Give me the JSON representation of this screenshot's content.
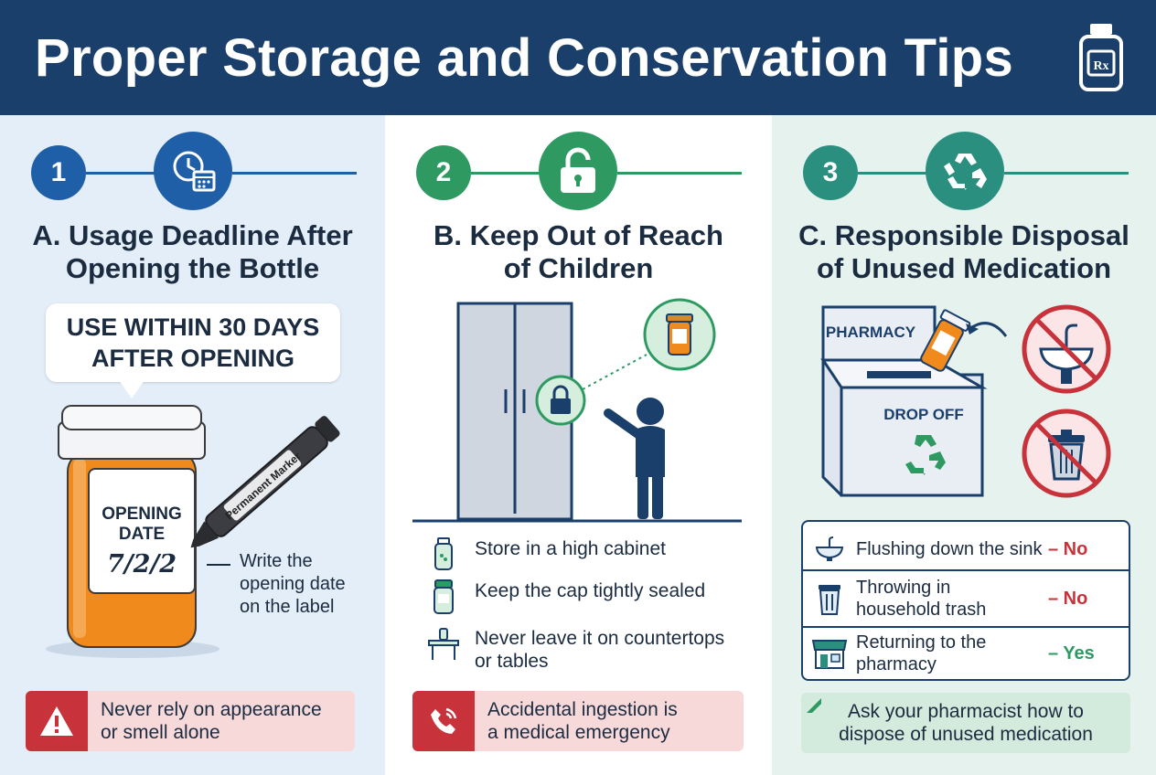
{
  "header": {
    "title": "Proper Storage and Conservation Tips",
    "icon_text": "Rx"
  },
  "colors": {
    "navy": "#1b3f6b",
    "blue": "#2a6db5",
    "green": "#2e9a62",
    "teal": "#2a8f7f",
    "red": "#c8323a",
    "no_red": "#c8323a",
    "yes_green": "#2e9a62"
  },
  "sections": [
    {
      "number": "1",
      "icon": "clock-calendar-icon",
      "title_line1": "A. Usage Deadline After",
      "title_line2": "Opening the Bottle",
      "bubble_line1": "USE WITHIN 30 DAYS",
      "bubble_line2": "AFTER OPENING",
      "label_line1": "OPENING",
      "label_line2": "DATE",
      "label_date": "7/2/2",
      "marker_text": "Permanent Marker",
      "note_line1": "Write the",
      "note_line2": "opening date",
      "note_line3": "on the label",
      "alert_icon": "warning-icon",
      "alert_line1": "Never rely on appearance",
      "alert_line2": "or smell alone"
    },
    {
      "number": "2",
      "icon": "unlocked-padlock-icon",
      "title_line1": "B. Keep Out of Reach",
      "title_line2": "of Children",
      "tips": [
        {
          "icon": "medicine-bottle-icon",
          "line1": "Store in a high cabinet",
          "line2": ""
        },
        {
          "icon": "capped-bottle-icon",
          "line1": "Keep the cap tightly sealed",
          "line2": ""
        },
        {
          "icon": "table-icon",
          "line1": "Never leave it on countertops",
          "line2": "or tables"
        }
      ],
      "alert_icon": "phone-call-icon",
      "alert_line1": "Accidental ingestion is",
      "alert_line2": "a medical emergency"
    },
    {
      "number": "3",
      "icon": "recycle-icon",
      "title_line1": "C. Responsible Disposal",
      "title_line2": "of Unused Medication",
      "box_label_top": "PHARMACY",
      "box_label_front": "DROP OFF",
      "rows": [
        {
          "icon": "sink-icon",
          "line1": "Flushing down the sink",
          "line2": "",
          "verdict": "– No"
        },
        {
          "icon": "trash-can-icon",
          "line1": "Throwing in",
          "line2": "household trash",
          "verdict": "– No"
        },
        {
          "icon": "pharmacy-store-icon",
          "line1": "Returning to the",
          "line2": "pharmacy",
          "verdict": "– Yes"
        }
      ],
      "ask_line1": "Ask your pharmacist how to",
      "ask_line2": "dispose of unused medication"
    }
  ]
}
